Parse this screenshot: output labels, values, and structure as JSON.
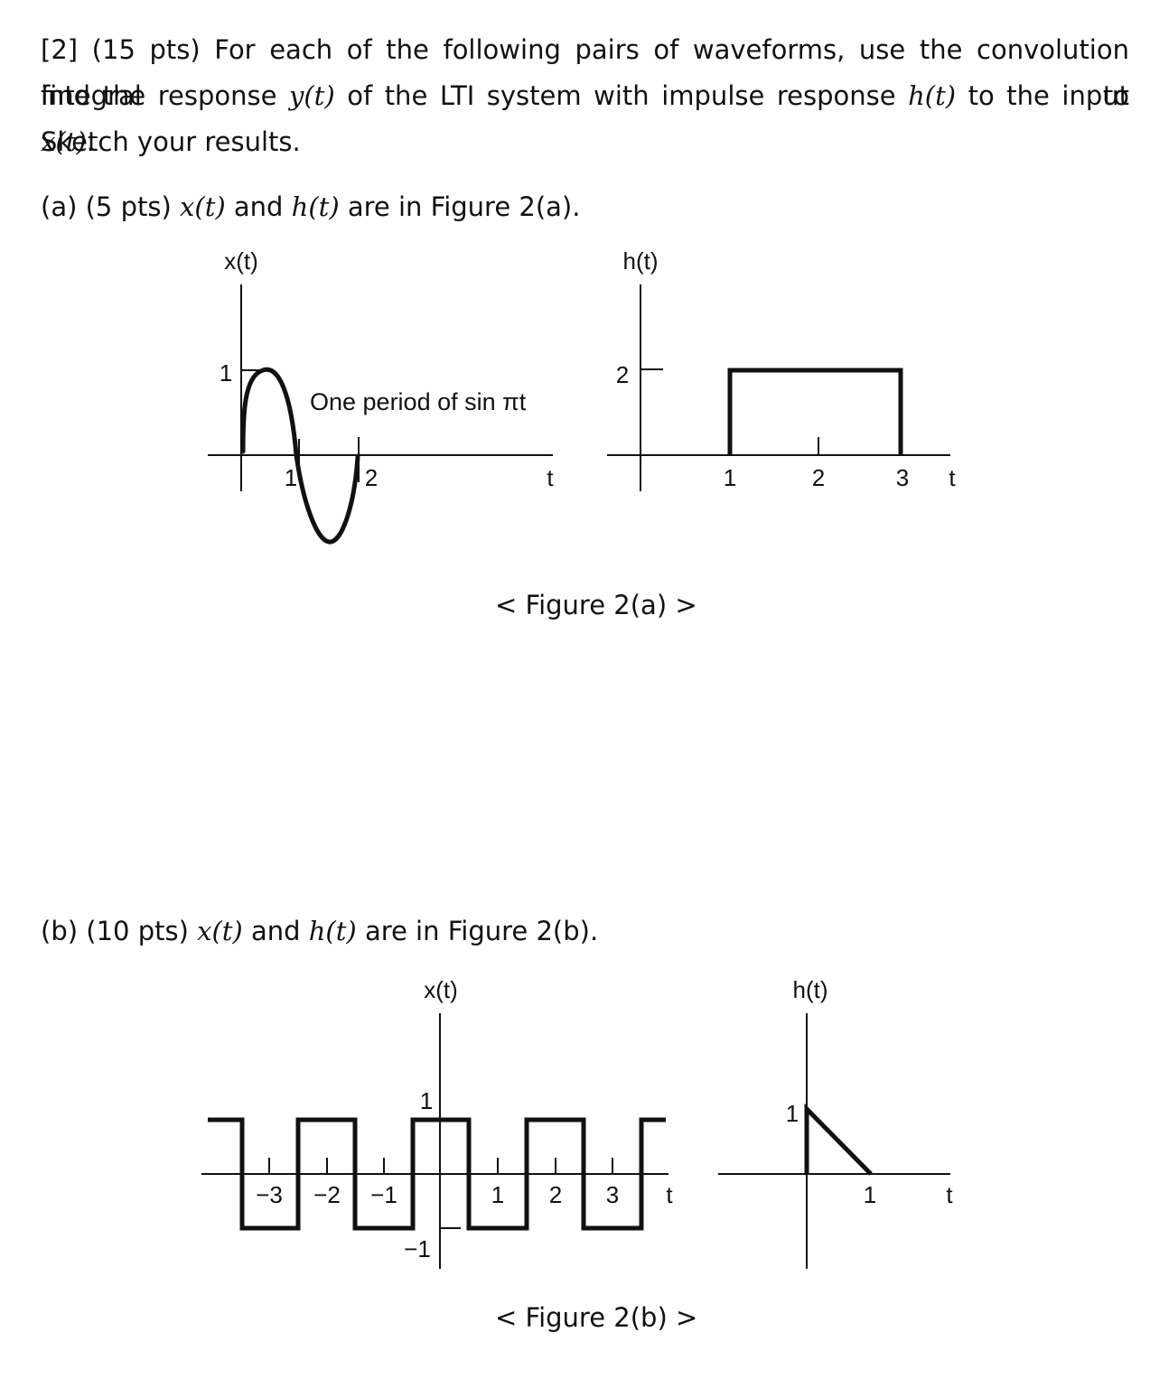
{
  "problem": {
    "line1": "[2] (15 pts) For each of the following pairs of waveforms, use the convolution integral to",
    "line2": {
      "t1": "find the response",
      "y": "y(t)",
      "t2": "of the LTI system with impulse response",
      "h": "h(t)",
      "t3": "to the input",
      "x": "x(t)",
      "end": "."
    },
    "line3": "Sketch your results."
  },
  "part_a": {
    "prefix": "(a) (5 pts)",
    "x": "x(t)",
    "and": "and",
    "h": "h(t)",
    "suffix": "are in Figure 2(a).",
    "caption": "< Figure 2(a) >",
    "x_plot": {
      "ylabel": "x(t)",
      "ytick": "1",
      "xticks": [
        "1",
        "2"
      ],
      "xlabel": "t",
      "annotation": "One period of sin πt"
    },
    "h_plot": {
      "ylabel": "h(t)",
      "ytick": "2",
      "xticks": [
        "1",
        "2",
        "3"
      ],
      "xlabel": "t"
    }
  },
  "part_b": {
    "prefix": "(b) (10 pts)",
    "x": "x(t)",
    "and": "and",
    "h": "h(t)",
    "suffix": "are in Figure 2(b).",
    "caption": "< Figure 2(b) >",
    "x_plot": {
      "ylabel": "x(t)",
      "ytick_pos": "1",
      "ytick_neg": "−1",
      "xticks": [
        "−3",
        "−2",
        "−1",
        "1",
        "2",
        "3"
      ],
      "xlabel": "t"
    },
    "h_plot": {
      "ylabel": "h(t)",
      "ytick": "1",
      "xtick": "1",
      "xlabel": "t"
    }
  }
}
